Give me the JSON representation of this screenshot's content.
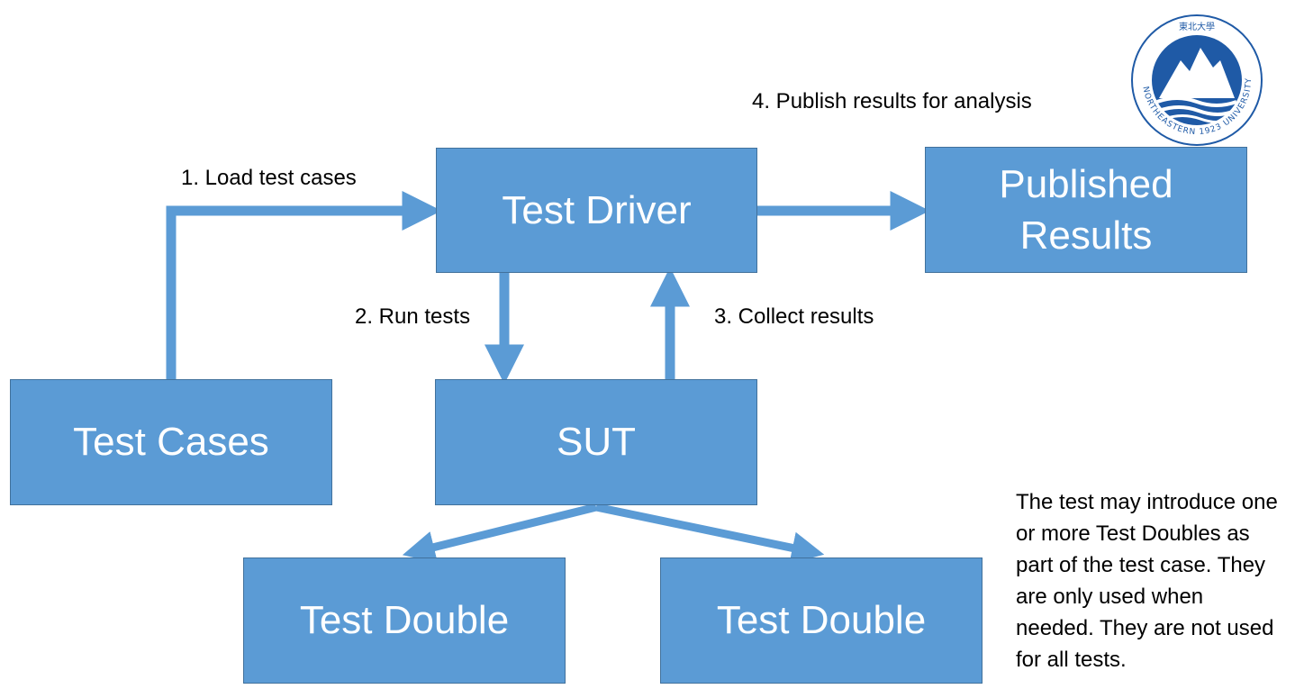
{
  "boxes": {
    "test_driver": "Test Driver",
    "published_results_line1": "Published",
    "published_results_line2": "Results",
    "test_cases": "Test Cases",
    "sut": "SUT",
    "test_double_left": "Test Double",
    "test_double_right": "Test Double"
  },
  "steps": {
    "load": "1. Load test cases",
    "run": "2. Run tests",
    "collect": "3. Collect results",
    "publish": "4. Publish results for analysis"
  },
  "note": "The test may introduce one or more Test Doubles as part of the test case. They are only used when needed. They are not used for all tests.",
  "logo": {
    "top_text": "東北大學",
    "ring_text": "NORTHEASTERN 1923 UNIVERSITY",
    "year": "1923"
  },
  "colors": {
    "box_fill": "#5b9bd5",
    "box_border": "#41719c",
    "logo_blue": "#1f5aa6"
  }
}
